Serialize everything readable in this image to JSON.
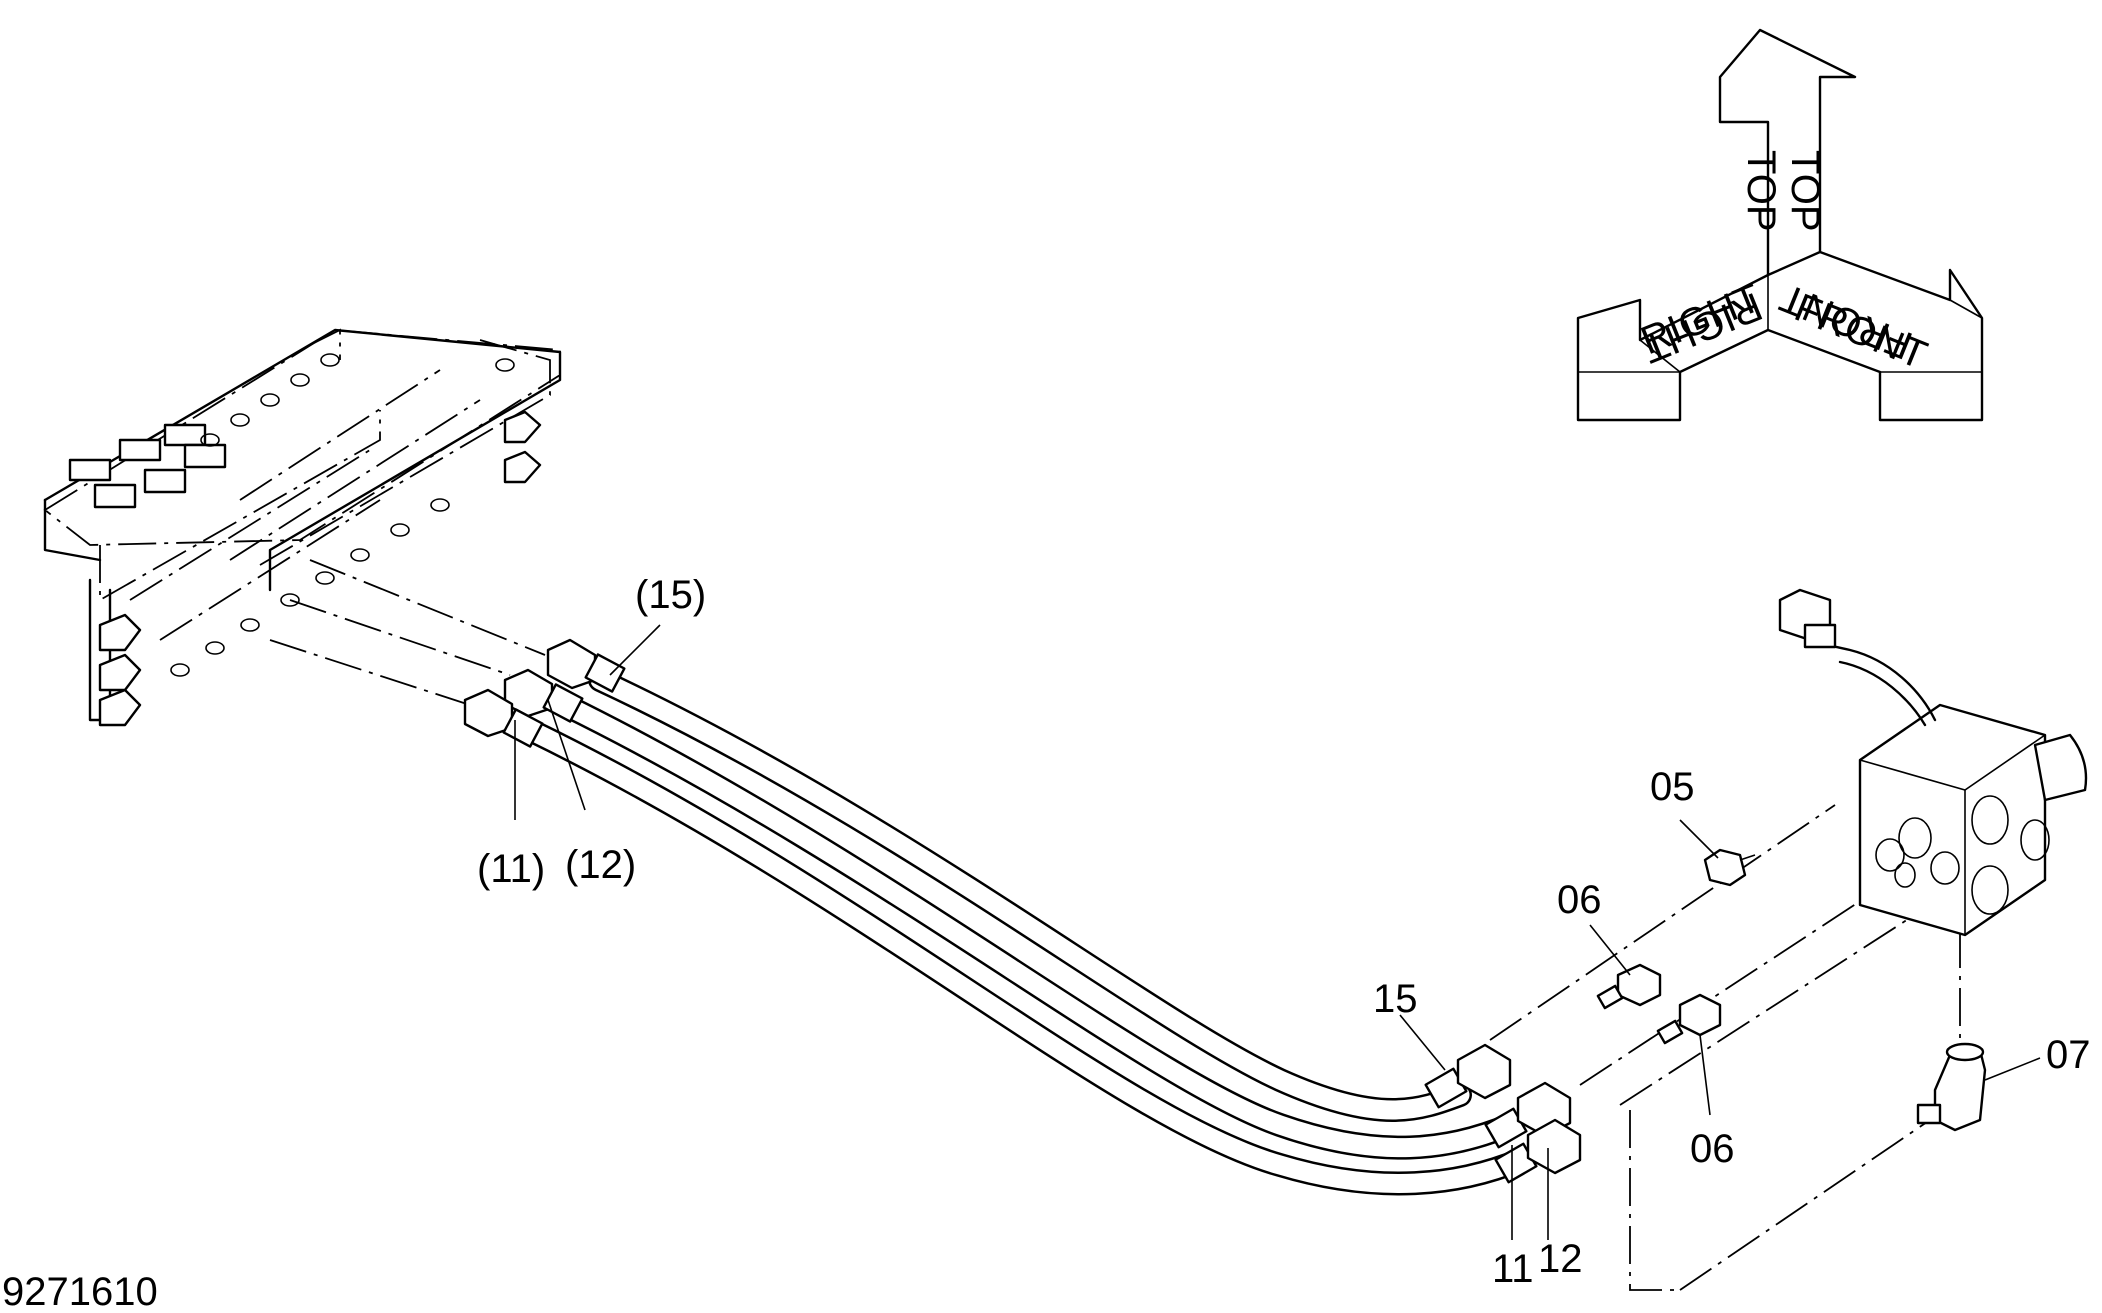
{
  "drawing_number": "9271610",
  "orientation": {
    "top": "TOP",
    "right": "RIGHT",
    "front": "FRONT"
  },
  "callouts": {
    "p15": "(15)",
    "p11": "(11)",
    "p12": "(12)",
    "n05": "05",
    "n06a": "06",
    "n06b": "06",
    "n07": "07",
    "n15": "15",
    "n11": "11",
    "n12": "12"
  }
}
